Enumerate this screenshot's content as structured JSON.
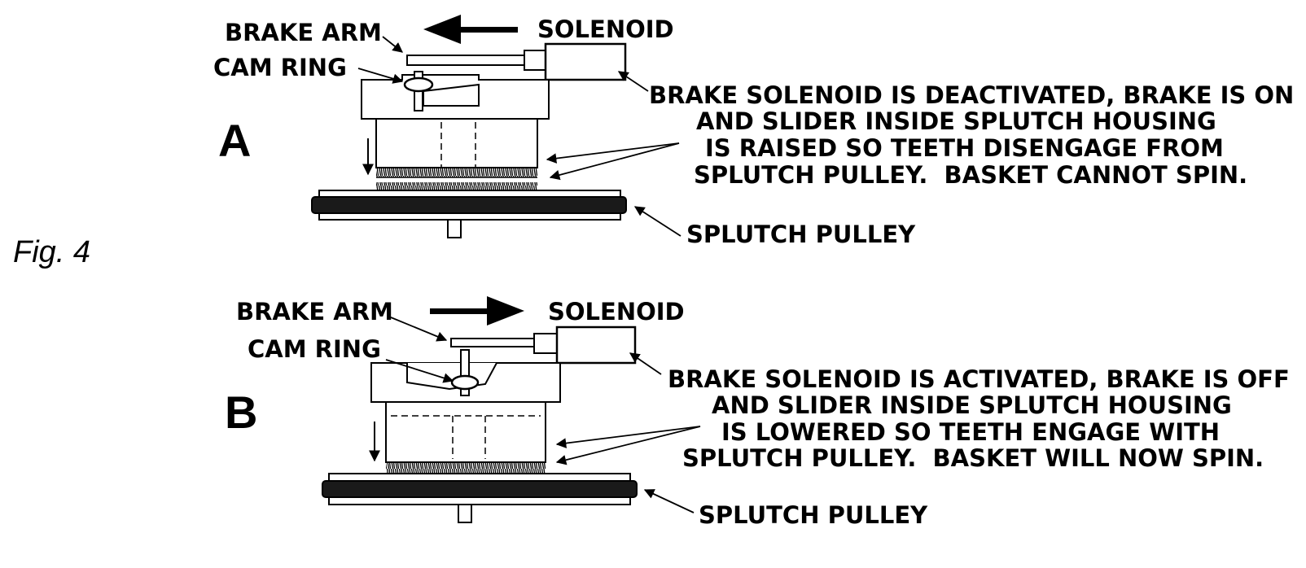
{
  "figure_label": "Fig. 4",
  "panels": [
    {
      "letter": "A",
      "brake_arm": "BRAKE ARM",
      "cam_ring": "CAM RING",
      "solenoid": "SOLENOID",
      "pulley": "SPLUTCH PULLEY",
      "description": [
        "BRAKE SOLENOID IS DEACTIVATED, BRAKE IS ON",
        "AND SLIDER INSIDE SPLUTCH HOUSING",
        "IS RAISED SO TEETH DISENGAGE FROM",
        "SPLUTCH PULLEY.  BASKET CANNOT SPIN."
      ]
    },
    {
      "letter": "B",
      "brake_arm": "BRAKE ARM",
      "cam_ring": "CAM RING",
      "solenoid": "SOLENOID",
      "pulley": "SPLUTCH PULLEY",
      "description": [
        "BRAKE SOLENOID IS ACTIVATED, BRAKE IS OFF",
        "AND SLIDER INSIDE SPLUTCH HOUSING",
        "IS LOWERED SO TEETH ENGAGE WITH",
        "SPLUTCH PULLEY.  BASKET WILL NOW SPIN."
      ]
    }
  ]
}
